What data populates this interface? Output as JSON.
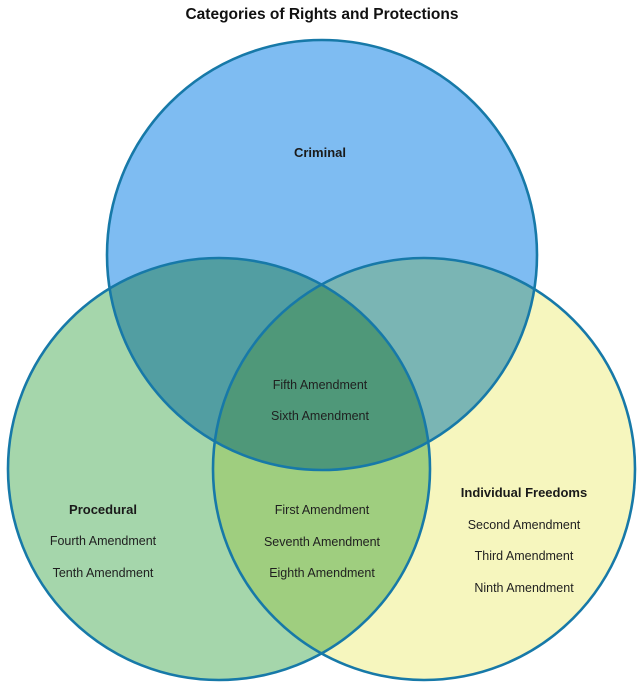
{
  "title": "Categories of Rights and Protections",
  "diagram": {
    "type": "venn",
    "colors": {
      "stroke": "#1779A8",
      "criminal_fill": "#7EBCF2",
      "procedural_fill": "#A5D6AB",
      "individual_fill": "#F6F6BE"
    },
    "sets": [
      {
        "id": "criminal",
        "label": "Criminal",
        "items": []
      },
      {
        "id": "procedural",
        "label": "Procedural",
        "items": [
          "Fourth Amendment",
          "Tenth Amendment"
        ]
      },
      {
        "id": "individual-freedoms",
        "label": "Individual Freedoms",
        "items": [
          "Second Amendment",
          "Third Amendment",
          "Ninth Amendment"
        ]
      }
    ],
    "intersections": [
      {
        "sets": [
          "criminal",
          "procedural",
          "individual-freedoms"
        ],
        "items": [
          "Fifth Amendment",
          "Sixth Amendment"
        ]
      },
      {
        "sets": [
          "procedural",
          "individual-freedoms"
        ],
        "items": [
          "First Amendment",
          "Seventh Amendment",
          "Eighth Amendment"
        ]
      }
    ]
  }
}
